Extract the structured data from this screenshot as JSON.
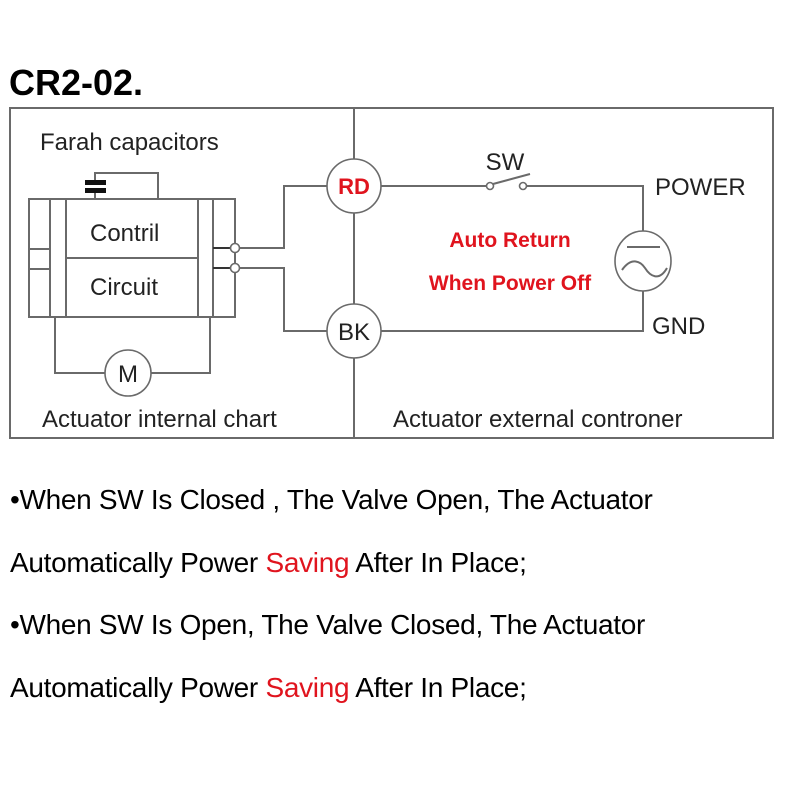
{
  "title": "CR2-02.",
  "diagram": {
    "internal": {
      "capacitor_label": "Farah capacitors",
      "control_label": "Contril",
      "circuit_label": "Circuit",
      "motor_label": "M",
      "section_caption": "Actuator internal chart"
    },
    "external": {
      "rd_label": "RD",
      "bk_label": "BK",
      "switch_label": "SW",
      "power_label": "POWER",
      "gnd_label": "GND",
      "note_line1": "Auto Return",
      "note_line2": "When Power Off",
      "section_caption": "Actuator external controner"
    },
    "colors": {
      "accent_red": "#e0141e",
      "wire": "#6a6a6a"
    }
  },
  "notes": [
    {
      "line1": "•When SW Is Closed , The Valve Open, The Actuator",
      "line2_before": "Automatically Power ",
      "line2_highlight": "Saving",
      "line2_after": " After In Place;"
    },
    {
      "line1": "•When SW Is Open, The Valve Closed, The Actuator",
      "line2_before": "Automatically Power ",
      "line2_highlight": "Saving",
      "line2_after": " After In Place;"
    }
  ]
}
